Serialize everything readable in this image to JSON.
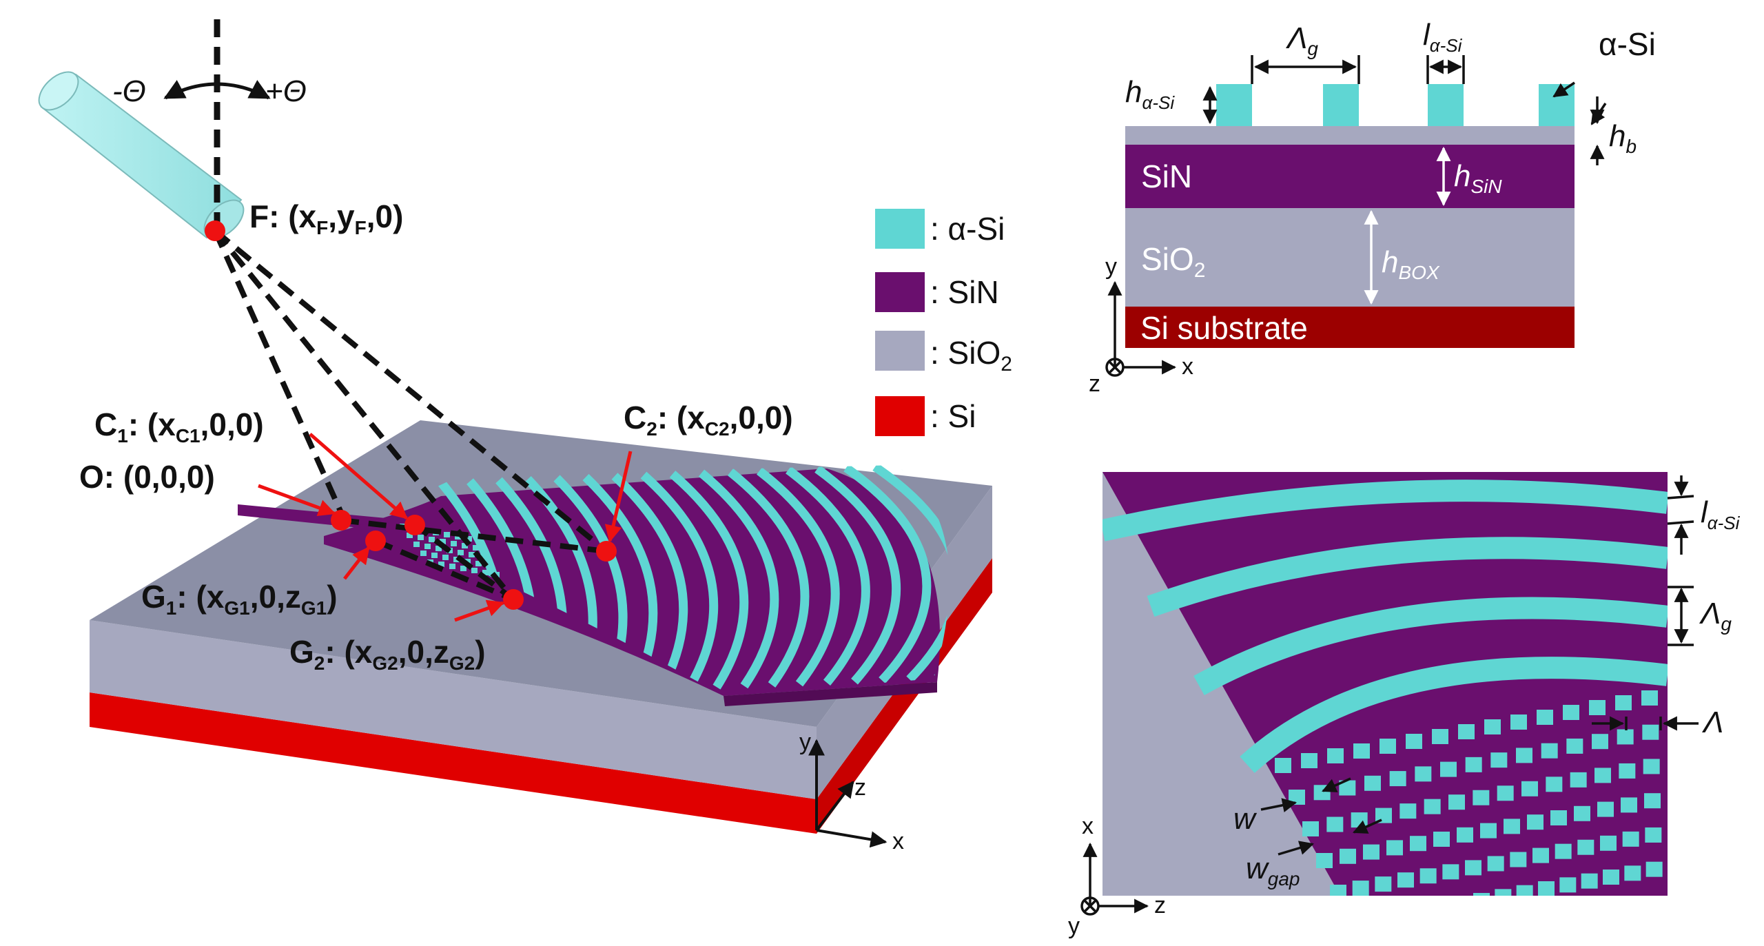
{
  "colors": {
    "alpha_si": "#5fd6d3",
    "sin": "#6a0f6e",
    "sio2": "#a6a8bf",
    "si": "#e00000",
    "si_substrate": "#9c0000",
    "red_point": "#ee1111"
  },
  "left_panel": {
    "angle_minus": "-Θ",
    "angle_plus": "+Θ",
    "points": {
      "F": "F: (xF,yF,0)",
      "C1": "C1: (xC1,0,0)",
      "C2": "C2: (xC2,0,0)",
      "O": "O: (0,0,0)",
      "G1": "G1: (xG1,0,zG1)",
      "G2": "G2: (xG2,0,zG2)"
    },
    "axes": {
      "x": "x",
      "y": "y",
      "z": "z"
    }
  },
  "legend": {
    "items": [
      {
        "label": ": α-Si",
        "color": "#5fd6d3"
      },
      {
        "label": ": SiN",
        "color": "#6a0f6e"
      },
      {
        "label": ": SiO2",
        "color": "#a6a8bf"
      },
      {
        "label": ": Si",
        "color": "#e00000"
      }
    ]
  },
  "cross_section": {
    "lambda_g": "Λg",
    "l_asi": "lα-Si",
    "alpha_si": "α-Si",
    "h_asi": "hα-Si",
    "h_b": "hb",
    "h_sin": "hSiN",
    "h_box": "hBOX",
    "sin": "SiN",
    "sio2": "SiO2",
    "substrate": "Si substrate",
    "axes": {
      "y": "y",
      "z": "z",
      "x": "x"
    }
  },
  "top_view": {
    "l_asi": "lα-Si",
    "lambda_g": "Λg",
    "lambda": "Λ",
    "w": "w",
    "w_gap": "wgap",
    "axes": {
      "x": "x",
      "y": "y",
      "z": "z"
    }
  }
}
